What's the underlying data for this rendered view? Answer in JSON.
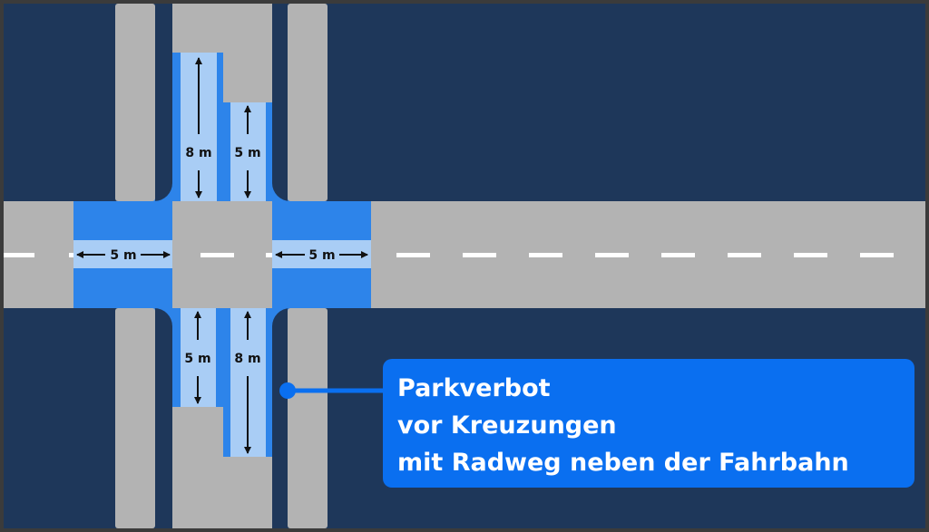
{
  "measurements": {
    "top_left_lane": "8 m",
    "top_right_lane": "5 m",
    "left_crossing": "5 m",
    "right_crossing": "5 m",
    "bottom_left_lane": "5 m",
    "bottom_right_lane": "8 m"
  },
  "callout": {
    "lines": [
      "Parkverbot",
      "vor Kreuzungen",
      "mit Radweg neben der Fahrbahn"
    ]
  },
  "colors": {
    "background": "#1e375a",
    "road": "#b3b3b3",
    "no_parking_zone": "#2d84ea",
    "bike_lane": "#a9cdf5",
    "callout": "#0a6ff0"
  }
}
